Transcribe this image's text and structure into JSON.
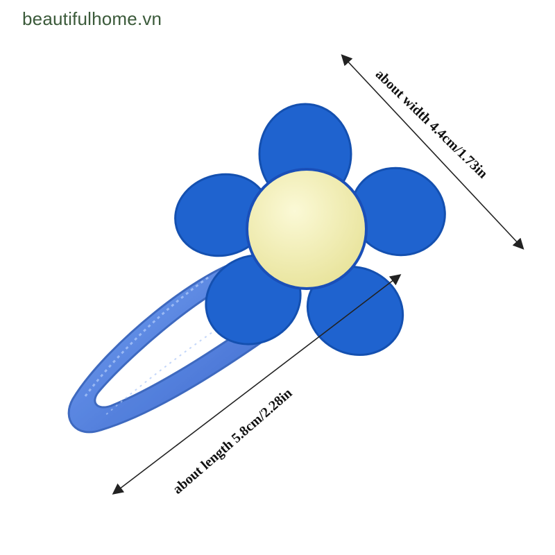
{
  "watermark": {
    "text": "beautifulhome.vn"
  },
  "dimensions": {
    "width_label": "about width 4.4cm/1.73in",
    "length_label": "about length 5.8cm/2.28in"
  },
  "colors": {
    "petal": "#1f63cf",
    "petal_edge": "#1450b0",
    "center": "#f4f1b4",
    "clip": "#2c6be0",
    "arrow": "#222222",
    "watermark": "#3b5a3a"
  }
}
